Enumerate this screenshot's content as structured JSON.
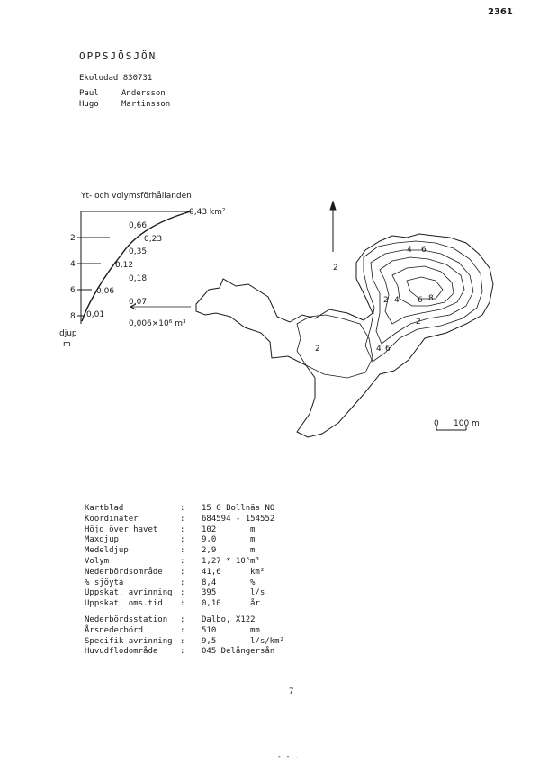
{
  "page_number": "2361",
  "title": "OPPSJÖSJÖN",
  "survey": "Ekolodad 830731",
  "surveyors": [
    {
      "first": "Paul",
      "last": "Andersson"
    },
    {
      "first": "Hugo",
      "last": "Martinsson"
    }
  ],
  "graph": {
    "title": "Yt- och volymsförhållanden",
    "area_labels": [
      "0,43 km²",
      "0,23",
      "0,12",
      "0,06",
      "0,01"
    ],
    "volume_labels": [
      "0,66",
      "0,35",
      "0,18",
      "0,07",
      "0,006×10⁶ m³"
    ],
    "depth_ticks": [
      "2",
      "4",
      "6",
      "8"
    ],
    "depth_axis_label": "djup",
    "depth_axis_unit": "m"
  },
  "map": {
    "contour_labels": [
      "2",
      "4",
      "6",
      "8",
      "2",
      "4",
      "6",
      "4",
      "6",
      "2",
      "2"
    ],
    "scale_labels": [
      "0",
      "100 m"
    ]
  },
  "stats_group1": [
    {
      "label": "Kartblad",
      "value": "15 G Bollnäs NO",
      "unit": ""
    },
    {
      "label": "Koordinater",
      "value": "684594 - 154552",
      "unit": ""
    },
    {
      "label": "Höjd över havet",
      "value": "102",
      "unit": "m"
    },
    {
      "label": "Maxdjup",
      "value": "9,0",
      "unit": "m"
    },
    {
      "label": "Medeldjup",
      "value": "2,9",
      "unit": "m"
    },
    {
      "label": "Volym",
      "value": "1,27 * 10⁶",
      "unit": "m³"
    },
    {
      "label": "Nederbördsområde",
      "value": "41,6",
      "unit": "km²"
    },
    {
      "label": "% sjöyta",
      "value": "8,4",
      "unit": "%"
    },
    {
      "label": "Uppskat. avrinning",
      "value": "395",
      "unit": "l/s"
    },
    {
      "label": "Uppskat. oms.tid",
      "value": "0,10",
      "unit": "år"
    }
  ],
  "stats_group2": [
    {
      "label": "Nederbördsstation",
      "value": "Dalbo, X122",
      "unit": ""
    },
    {
      "label": "Årsnederbörd",
      "value": "510",
      "unit": "mm"
    },
    {
      "label": "Specifik avrinning",
      "value": "9,5",
      "unit": "l/s/km²"
    },
    {
      "label": "Huvudflodområde",
      "value": "045 Delångersån",
      "unit": ""
    }
  ],
  "footer_number": "7",
  "footer_dots": "- - ."
}
